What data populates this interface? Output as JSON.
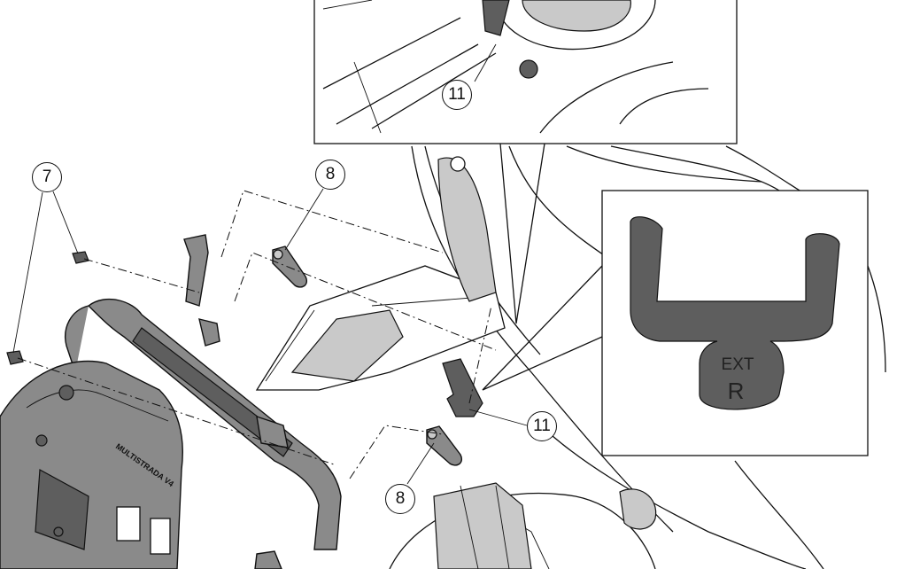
{
  "diagram": {
    "callouts": [
      {
        "id": "7",
        "label": "7"
      },
      {
        "id": "8a",
        "label": "8"
      },
      {
        "id": "11a",
        "label": "11"
      },
      {
        "id": "11b",
        "label": "11"
      },
      {
        "id": "8b",
        "label": "8"
      }
    ],
    "detail_part_marking": {
      "line1": "EXT",
      "line2": "R"
    },
    "case_logo": "MULTISTRADA V4",
    "colors": {
      "line": "#111111",
      "part_fill": "#8a8a8a",
      "dark_fill": "#5e5e5e",
      "background": "#ffffff"
    }
  }
}
